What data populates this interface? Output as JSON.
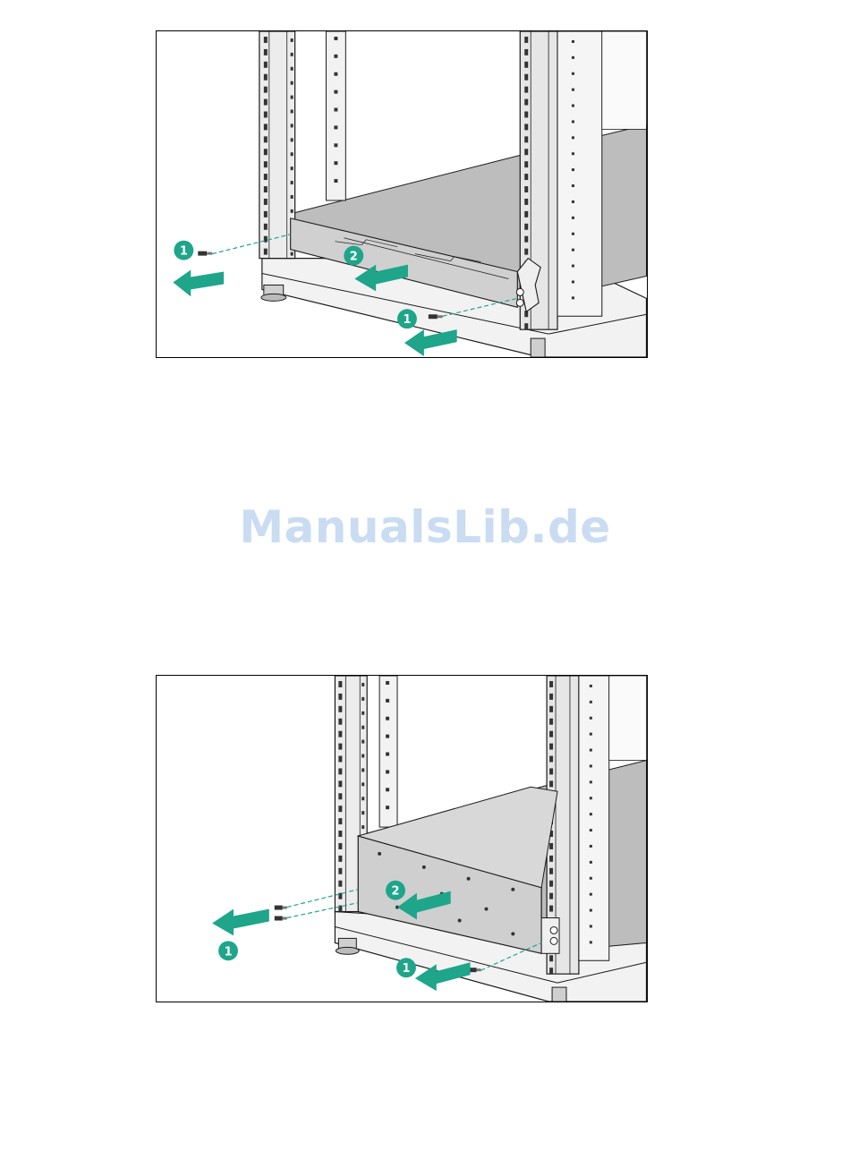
{
  "watermark": "ManualsLib.de",
  "colors": {
    "accent": "#1ea58a",
    "panel": "#bdbdbd",
    "line": "#1a1a1a",
    "watermark": "#c9dcf2"
  },
  "figure_1": {
    "callouts": [
      "1",
      "2",
      "1"
    ]
  },
  "figure_2": {
    "callouts": [
      "2",
      "1",
      "1"
    ]
  }
}
